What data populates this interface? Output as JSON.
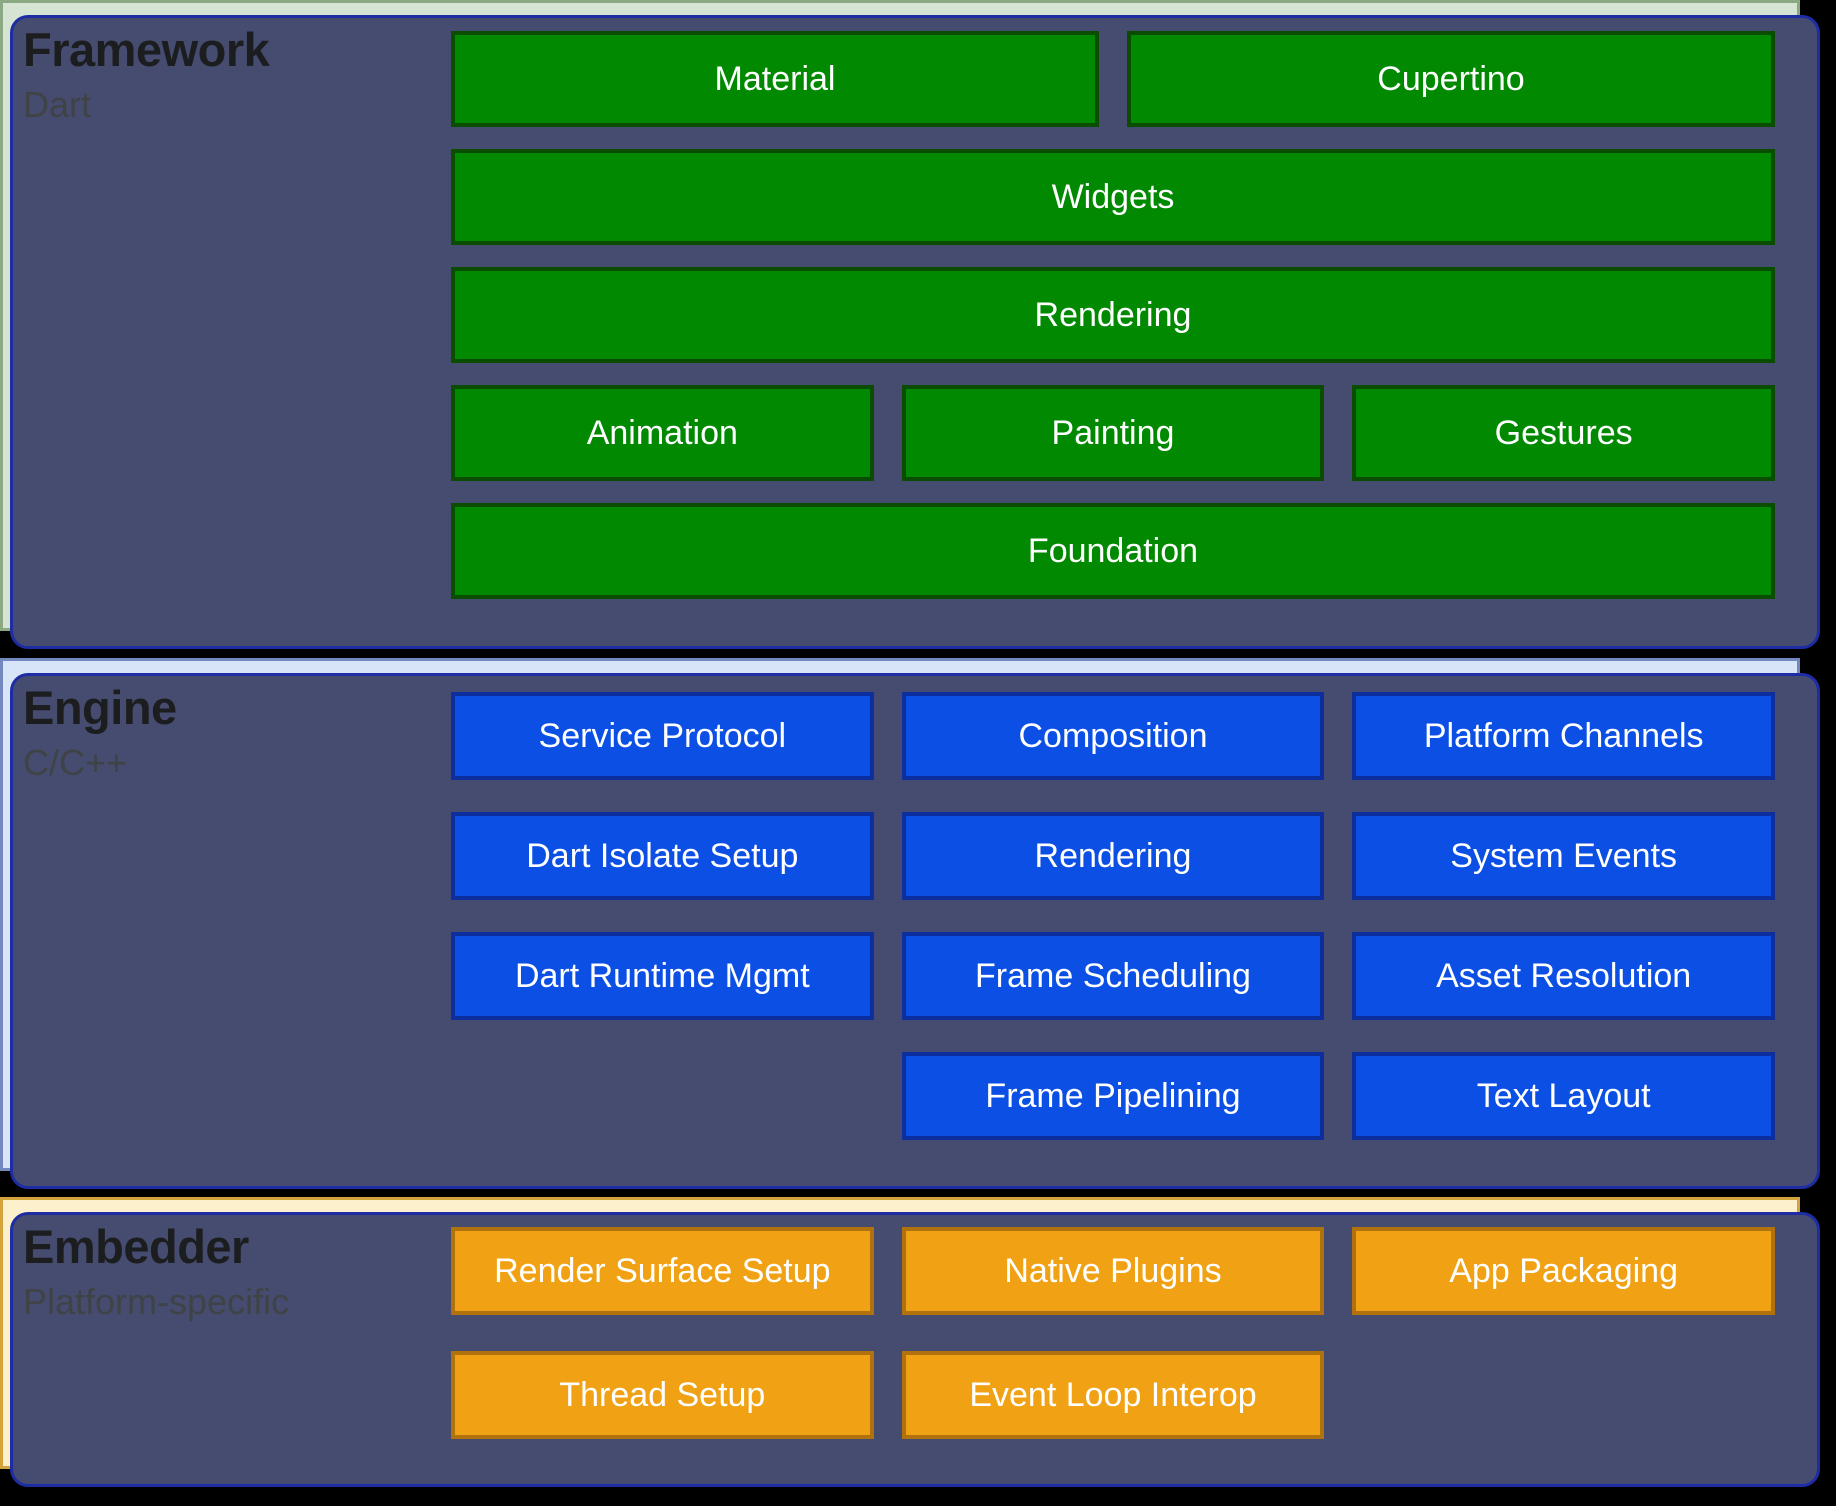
{
  "layers": [
    {
      "title": "Framework",
      "subtitle": "Dart",
      "colors": {
        "panel_bg": "#d6e5d3",
        "panel_border": "#8aa982",
        "box_bg": "#018a01",
        "box_border": "#0a4d00",
        "box_text": "#ffffff"
      },
      "rows": [
        {
          "boxes": [
            {
              "label": "Material"
            },
            {
              "label": "Cupertino"
            }
          ]
        },
        {
          "boxes": [
            {
              "label": "Widgets"
            }
          ]
        },
        {
          "boxes": [
            {
              "label": "Rendering"
            }
          ]
        },
        {
          "boxes": [
            {
              "label": "Animation"
            },
            {
              "label": "Painting"
            },
            {
              "label": "Gestures"
            }
          ]
        },
        {
          "boxes": [
            {
              "label": "Foundation"
            }
          ]
        }
      ]
    },
    {
      "title": "Engine",
      "subtitle": "C/C++",
      "colors": {
        "panel_bg": "#d8e5f8",
        "panel_border": "#7288bf",
        "box_bg": "#0b4fe4",
        "box_border": "#0e2e9e",
        "box_text": "#ffffff"
      },
      "rows": [
        {
          "boxes": [
            {
              "label": "Service Protocol"
            },
            {
              "label": "Composition"
            },
            {
              "label": "Platform Channels"
            }
          ]
        },
        {
          "boxes": [
            {
              "label": "Dart Isolate Setup"
            },
            {
              "label": "Rendering"
            },
            {
              "label": "System Events"
            }
          ]
        },
        {
          "boxes": [
            {
              "label": "Dart Runtime Mgmt"
            },
            {
              "label": "Frame Scheduling"
            },
            {
              "label": "Asset Resolution"
            }
          ]
        },
        {
          "boxes": [
            {
              "label": ""
            },
            {
              "label": "Frame Pipelining"
            },
            {
              "label": "Text Layout"
            }
          ]
        }
      ]
    },
    {
      "title": "Embedder",
      "subtitle": "Platform-specific",
      "colors": {
        "panel_bg": "#fdf0cd",
        "panel_border": "#d3a43b",
        "box_bg": "#f0a114",
        "box_border": "#b1720e",
        "box_text": "#ffffff"
      },
      "rows": [
        {
          "boxes": [
            {
              "label": "Render Surface Setup"
            },
            {
              "label": "Native Plugins"
            },
            {
              "label": "App Packaging"
            }
          ]
        },
        {
          "boxes": [
            {
              "label": "Thread Setup"
            },
            {
              "label": "Event Loop Interop"
            },
            {
              "label": ""
            }
          ]
        }
      ]
    }
  ],
  "background": {
    "page": "#000000",
    "card_shadow": "#454c70",
    "card_shadow_edge": "#1e2da3"
  }
}
